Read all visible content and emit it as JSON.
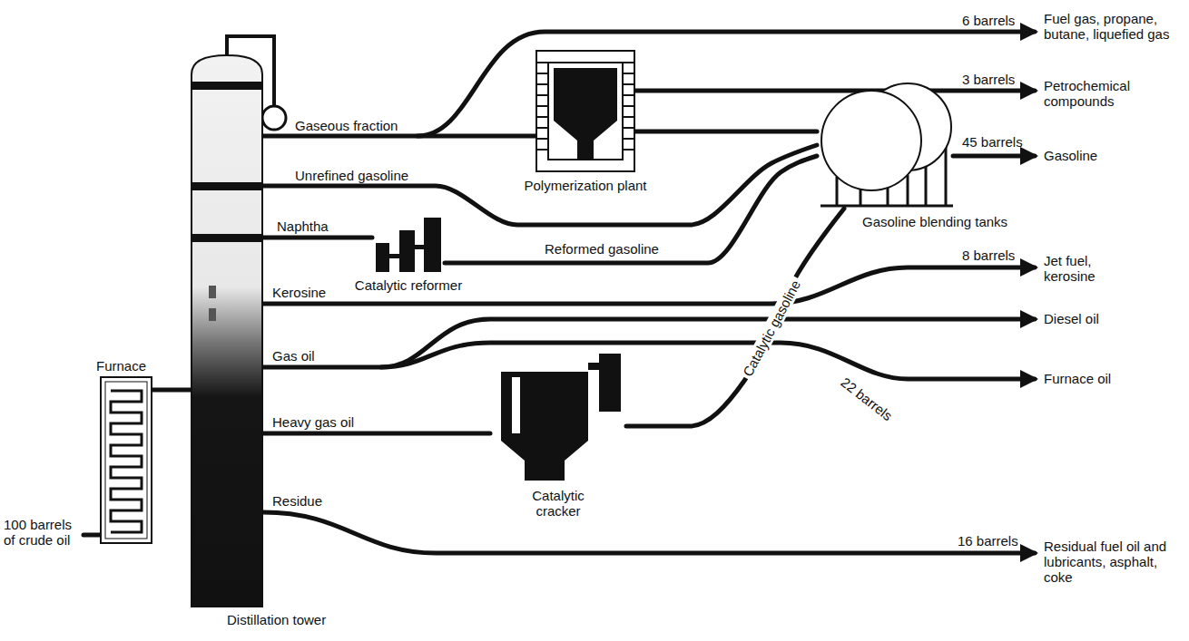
{
  "diagram": {
    "nodes": [
      {
        "text": [
          "Furnace"
        ]
      },
      {
        "text": [
          "Distillation tower"
        ]
      },
      {
        "text": [
          "Polymerization plant"
        ]
      },
      {
        "text": [
          "Catalytic reformer"
        ]
      },
      {
        "text": [
          "Catalytic cracker"
        ]
      },
      {
        "text": [
          "Gasoline blending tanks"
        ]
      }
    ],
    "edges": [
      {
        "from": 0,
        "to": 1,
        "arrow": "none"
      },
      {
        "from": 1,
        "to": 2,
        "label": "Gaseous fraction",
        "arrow": "none"
      },
      {
        "from": 1,
        "to": 5,
        "label": "Unrefined gasoline",
        "arrow": "none"
      },
      {
        "from": 1,
        "to": 3,
        "label": "Naphtha",
        "arrow": "none"
      },
      {
        "from": 3,
        "to": 5,
        "label": "Reformed gasoline",
        "arrow": "none"
      },
      {
        "from": 2,
        "to": 5,
        "arrow": "none"
      },
      {
        "from": 1,
        "to": 4,
        "label": "Heavy gas oil",
        "arrow": "none"
      },
      {
        "from": 4,
        "to": 5,
        "label": "Catalytic gasoline",
        "arrow": "none"
      }
    ],
    "labels": [
      "Kerosine",
      "Gas oil",
      "Residue",
      "100 barrels of crude oil",
      "6 barrels",
      "Fuel gas, propane, butane, liquefied gas",
      "3 barrels",
      "Petrochemical compounds",
      "45 barrels",
      "Gasoline",
      "8 barrels",
      "Jet fuel, kerosine",
      "Diesel oil",
      "22 barrels",
      "Furnace oil",
      "16 barrels",
      "Residual fuel oil and lubricants, asphalt, coke"
    ]
  }
}
